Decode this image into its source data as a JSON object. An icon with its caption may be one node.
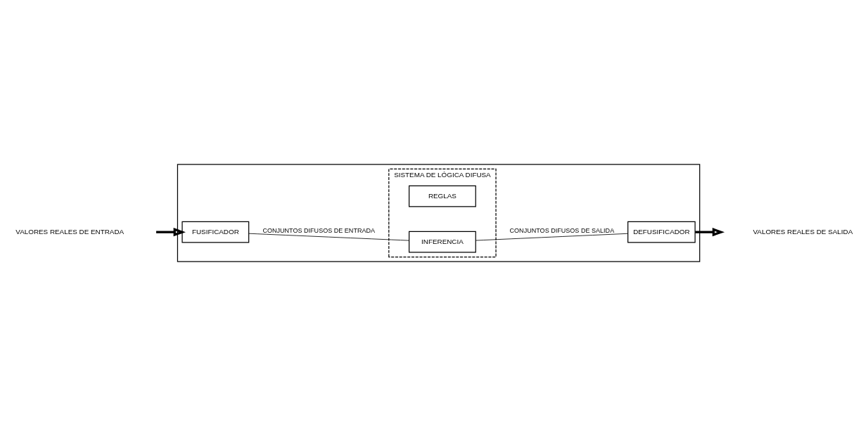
{
  "diagram": {
    "nodes": [
      {
        "text": [],
        "shape": "box"
      },
      {
        "text": [
          "SISTEMA DE LÓGICA DIFUSA"
        ],
        "in": 0
      },
      {
        "text": [
          "REGLAS"
        ],
        "in": 1
      },
      {
        "text": [
          "INFERENCIA"
        ],
        "in": 1
      },
      {
        "text": [
          "FUSIFICADOR"
        ],
        "in": 0
      },
      {
        "text": [
          "DEFUSIFICADOR"
        ],
        "in": 0
      }
    ],
    "edges": [
      {
        "from": null,
        "to": 4,
        "arrow": "to",
        "style": "thick"
      },
      {
        "from": 4,
        "to": 3,
        "arrow": "none",
        "label": "CONJUNTOS DIFUSOS DE ENTRADA"
      },
      {
        "from": 3,
        "to": 5,
        "arrow": "none",
        "label": "CONJUNTOS DIFUSOS DE SALIDA"
      },
      {
        "from": 5,
        "to": null,
        "arrow": "to",
        "style": "thick"
      }
    ],
    "labels": [
      "VALORES REALES DE ENTRADA",
      "VALORES REALES DE SALIDA"
    ]
  }
}
